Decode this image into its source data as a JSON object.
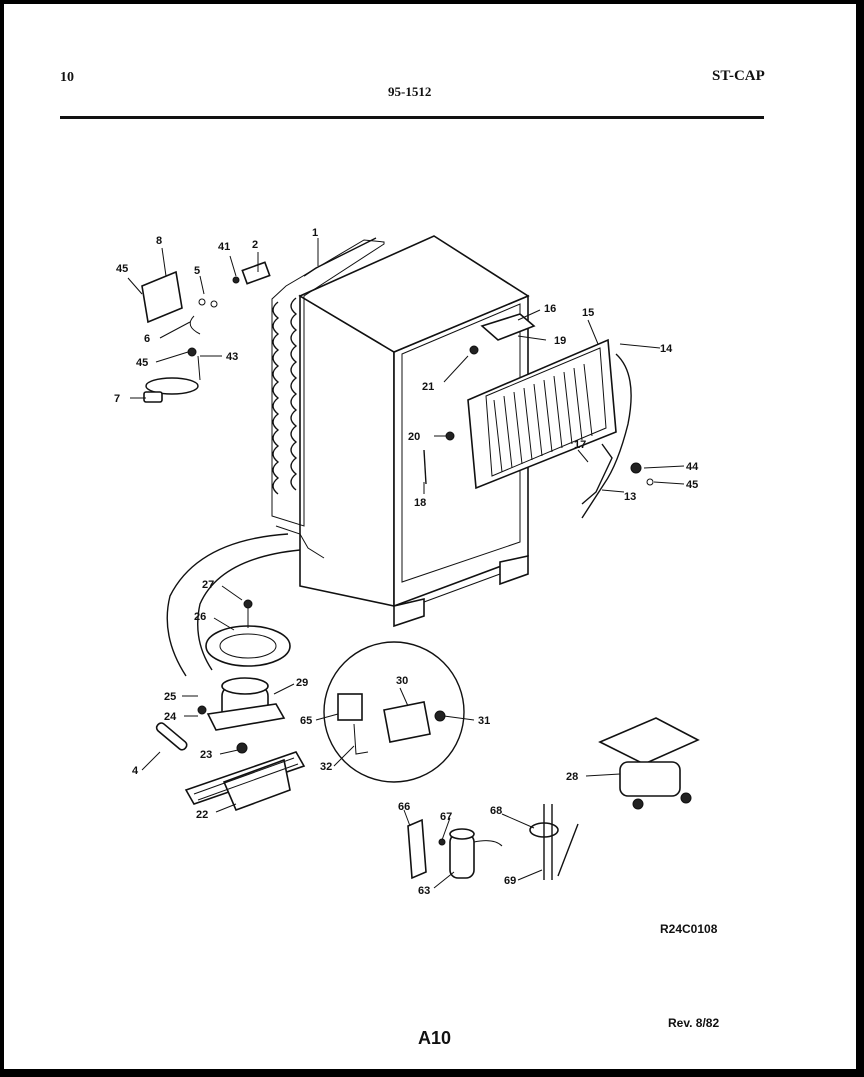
{
  "header": {
    "page_number": "10",
    "document_code": "95-1512",
    "model_code": "ST-CAP"
  },
  "footer": {
    "reference_code": "R24C0108",
    "page_label": "A10",
    "revision": "Rev. 8/82"
  },
  "callouts": [
    {
      "id": "c45a",
      "label": "45"
    },
    {
      "id": "c8",
      "label": "8"
    },
    {
      "id": "c41",
      "label": "41"
    },
    {
      "id": "c2",
      "label": "2"
    },
    {
      "id": "c1",
      "label": "1"
    },
    {
      "id": "c5",
      "label": "5"
    },
    {
      "id": "c6",
      "label": "6"
    },
    {
      "id": "c45b",
      "label": "45"
    },
    {
      "id": "c43",
      "label": "43"
    },
    {
      "id": "c7",
      "label": "7"
    },
    {
      "id": "c16",
      "label": "16"
    },
    {
      "id": "c15",
      "label": "15"
    },
    {
      "id": "c19",
      "label": "19"
    },
    {
      "id": "c14",
      "label": "14"
    },
    {
      "id": "c21",
      "label": "21"
    },
    {
      "id": "c20",
      "label": "20"
    },
    {
      "id": "c18",
      "label": "18"
    },
    {
      "id": "c17",
      "label": "17"
    },
    {
      "id": "c44",
      "label": "44"
    },
    {
      "id": "c45c",
      "label": "45"
    },
    {
      "id": "c13",
      "label": "13"
    },
    {
      "id": "c27",
      "label": "27"
    },
    {
      "id": "c26",
      "label": "26"
    },
    {
      "id": "c29",
      "label": "29"
    },
    {
      "id": "c30",
      "label": "30"
    },
    {
      "id": "c25",
      "label": "25"
    },
    {
      "id": "c24",
      "label": "24"
    },
    {
      "id": "c65",
      "label": "65"
    },
    {
      "id": "c31",
      "label": "31"
    },
    {
      "id": "c4",
      "label": "4"
    },
    {
      "id": "c23",
      "label": "23"
    },
    {
      "id": "c32",
      "label": "32"
    },
    {
      "id": "c28",
      "label": "28"
    },
    {
      "id": "c22",
      "label": "22"
    },
    {
      "id": "c66",
      "label": "66"
    },
    {
      "id": "c67",
      "label": "67"
    },
    {
      "id": "c68",
      "label": "68"
    },
    {
      "id": "c63",
      "label": "63"
    },
    {
      "id": "c69",
      "label": "69"
    }
  ]
}
